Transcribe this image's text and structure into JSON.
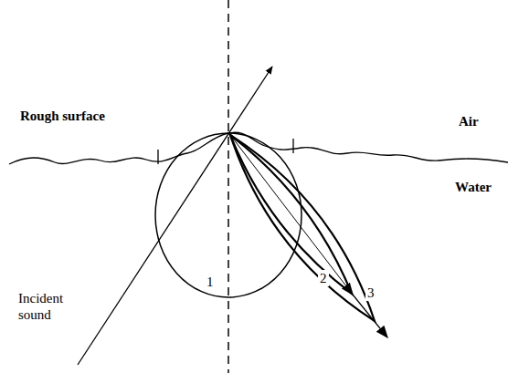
{
  "diagram": {
    "labels": [
      "Rough surface",
      "Air",
      "Water",
      "Incident sound",
      "1",
      "2",
      "3"
    ]
  }
}
